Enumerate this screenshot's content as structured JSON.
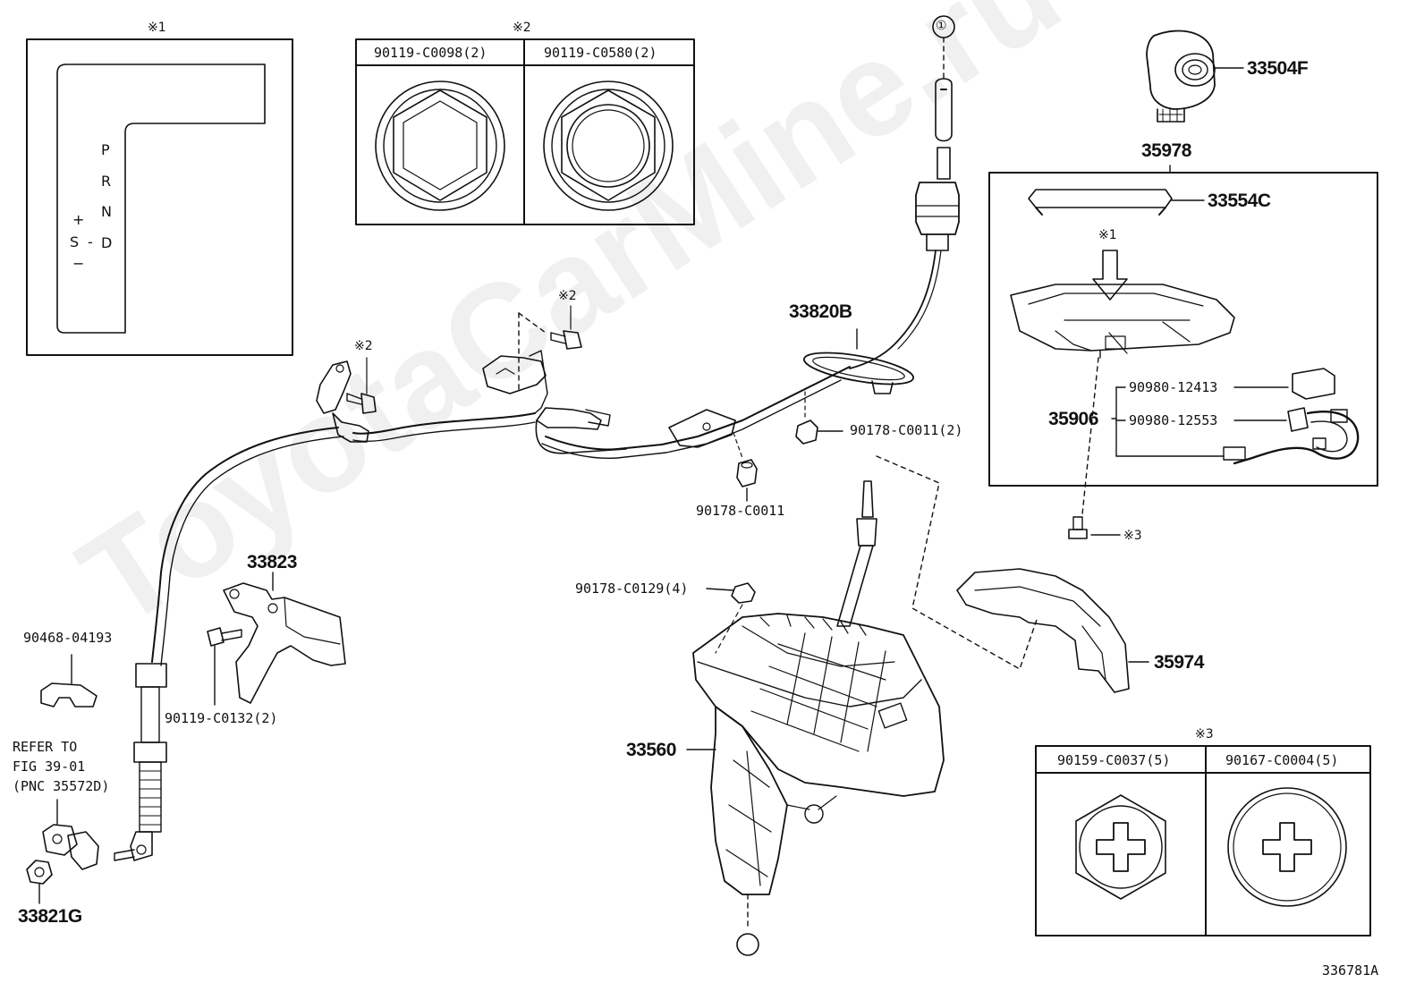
{
  "watermark": "ToyotaCarMine.ru",
  "figure_id": "336781A",
  "notes": {
    "n1": "※1",
    "n2": "※2",
    "n3": "※3",
    "circle_ref": "①"
  },
  "gate_panel": {
    "labels": {
      "p": "P",
      "r": "R",
      "n": "N",
      "d": "D",
      "plus": "+",
      "s": "S",
      "dash": "-",
      "minus": "−"
    }
  },
  "bolt_table_2": {
    "col1": "90119-C0098(2)",
    "col2": "90119-C0580(2)"
  },
  "bolt_table_3": {
    "col1": "90159-C0037(5)",
    "col2": "90167-C0004(5)"
  },
  "parts": {
    "p33504F": "33504F",
    "p35978": "35978",
    "p33554C": "33554C",
    "p35906": "35906",
    "p90980_12413": "90980-12413",
    "p90980_12553": "90980-12553",
    "p33820B": "33820B",
    "p90178_C0011_2": "90178-C0011(2)",
    "p90178_C0011": "90178-C0011",
    "p33823": "33823",
    "p90178_C0129": "90178-C0129(4)",
    "p35974": "35974",
    "p33560": "33560",
    "p90468": "90468-04193",
    "p90119_C0132": "90119-C0132(2)",
    "p33821G": "33821G"
  },
  "refer": {
    "line1": "REFER TO",
    "line2": "FIG 39-01",
    "line3": "(PNC 35572D)"
  }
}
